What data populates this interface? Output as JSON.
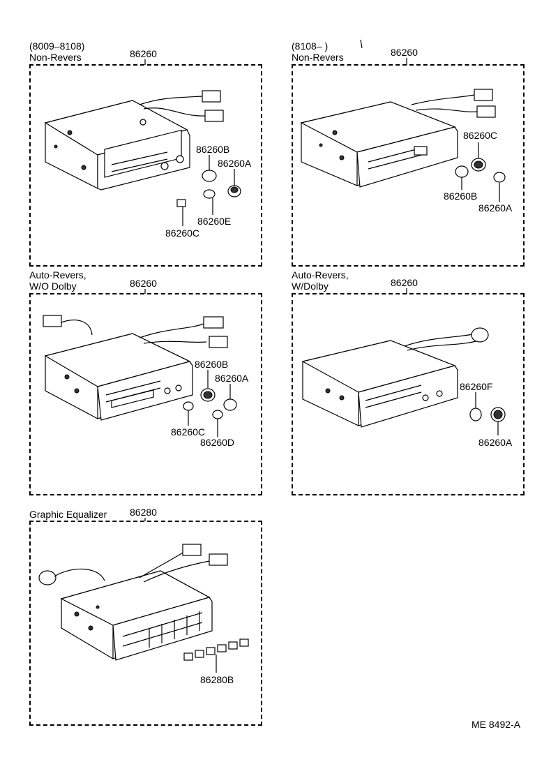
{
  "panels": [
    {
      "caption_lines": [
        "(8009–8108)",
        "Non-Revers"
      ],
      "assembly": "86260",
      "parts": [
        "86260B",
        "86260A",
        "86260E",
        "86260C"
      ]
    },
    {
      "caption_lines": [
        "(8108–          )",
        "Non-Revers"
      ],
      "assembly": "86260",
      "parts": [
        "86260C",
        "86260B",
        "86260A"
      ]
    },
    {
      "caption_lines": [
        "Auto-Revers,",
        "W/O Dolby"
      ],
      "assembly": "86260",
      "parts": [
        "86260B",
        "86260A",
        "86260C",
        "86260D"
      ]
    },
    {
      "caption_lines": [
        "Auto-Revers,",
        "W/Dolby"
      ],
      "assembly": "86260",
      "parts": [
        "86260F",
        "86260A"
      ]
    },
    {
      "caption_lines": [
        "Graphic Equalizer"
      ],
      "assembly": "86280",
      "parts": [
        "86280B"
      ]
    }
  ],
  "footer": {
    "code": "ME 8492-A"
  }
}
